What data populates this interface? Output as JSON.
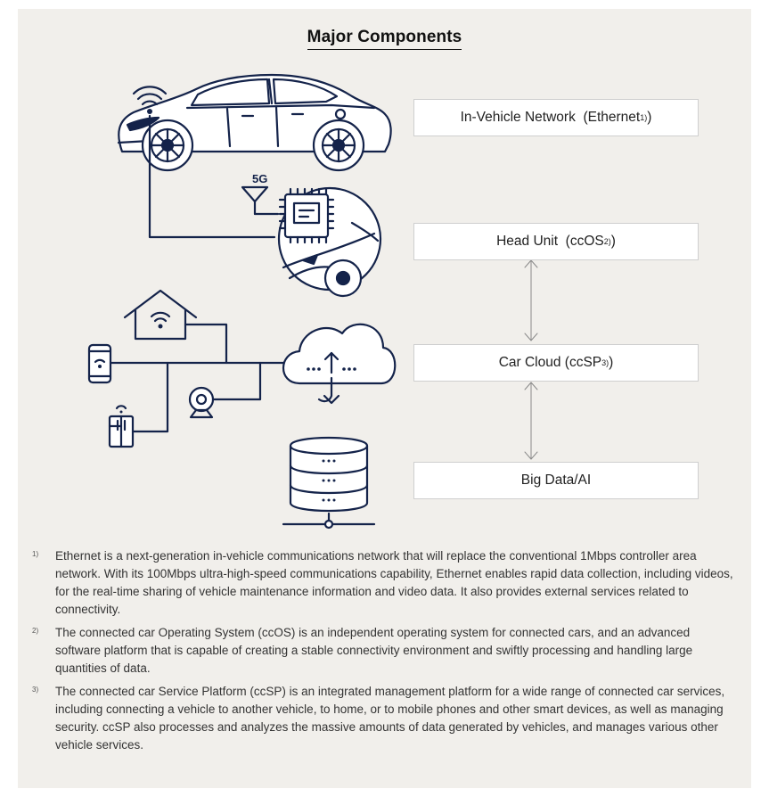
{
  "title": "Major Components",
  "diagram": {
    "antenna_label": "5G",
    "components": [
      {
        "name": "In-Vehicle Network",
        "term": "Ethernet",
        "ref": "1)"
      },
      {
        "name": "Head Unit",
        "term": "ccOS",
        "ref": "2)"
      },
      {
        "name": "Car Cloud",
        "term": "ccSP",
        "ref": "3)"
      },
      {
        "name": "Big Data/AI"
      }
    ],
    "icons": [
      "car-icon",
      "wifi-signal-icon",
      "5g-antenna-icon",
      "chip-icon",
      "house-wifi-icon",
      "smartphone-icon",
      "refrigerator-icon",
      "camera-icon",
      "cloud-sync-icon",
      "database-icon"
    ]
  },
  "footnotes": [
    {
      "mark": "1)",
      "text": "Ethernet is a next-generation in-vehicle communications network that will replace the conventional 1Mbps controller area network. With its 100Mbps ultra-high-speed communications capability, Ethernet enables rapid data collection, including videos, for the real-time sharing of vehicle maintenance information and video data. It also provides external services related to connectivity."
    },
    {
      "mark": "2)",
      "text": "The connected car Operating System (ccOS) is an independent operating system for connected cars, and an advanced software platform that is capable of creating a stable connectivity environment and swiftly processing and handling large quantities of data."
    },
    {
      "mark": "3)",
      "text": "The connected car Service Platform (ccSP) is an integrated management platform for a wide range of connected car services, including connecting a vehicle to another vehicle, to home, or to mobile phones and other smart devices, as well as managing security. ccSP also processes and analyzes the massive amounts of data generated by vehicles, and manages various other vehicle services."
    }
  ],
  "colors": {
    "ink": "#14234a",
    "panel": "#f1efeb",
    "box_border": "#cfcfcf",
    "arrow": "#8a8a8a"
  }
}
